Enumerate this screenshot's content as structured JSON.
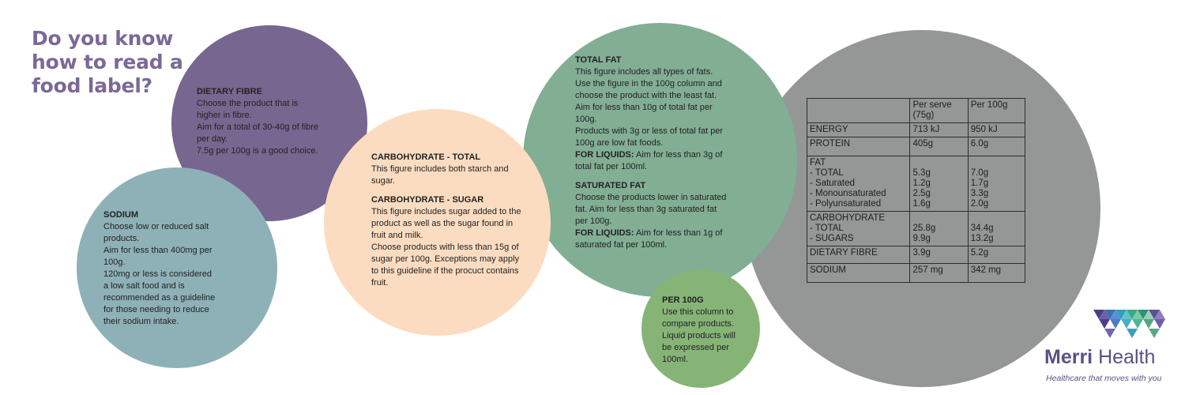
{
  "title": {
    "lines": [
      "Do you know",
      "how to read a",
      "food label?"
    ]
  },
  "fibre": {
    "heading": "DIETARY FIBRE",
    "lines": [
      "Choose the product that is",
      "higher in fibre.",
      "Aim for a total of 30-40g of fibre",
      "per day.",
      "7.5g per 100g is a good choice."
    ]
  },
  "sodium": {
    "heading": "SODIUM",
    "lines": [
      "Choose low or reduced salt",
      "products.",
      "Aim for less than 400mg per",
      "100g.",
      "120mg or less is considered",
      "a low salt food and is",
      "recommended as a guideline",
      "for those needing to reduce",
      "their sodium intake."
    ]
  },
  "carb": {
    "total_heading": "CARBOHYDRATE - TOTAL",
    "total_lines": [
      "This figure includes both starch and",
      "sugar."
    ],
    "sugar_heading": "CARBOHYDRATE - SUGAR",
    "sugar_lines": [
      "This figure includes sugar added to the",
      "product as well as the sugar found in",
      "fruit and milk.",
      "Choose products with less than 15g of",
      "sugar per 100g. Exceptions may apply",
      "to this guideline if the procuct contains",
      "fruit."
    ]
  },
  "fat": {
    "total_heading": "TOTAL FAT",
    "total_lines": [
      "This figure includes all types of fats.",
      "Use the figure in the 100g column and",
      "choose the product with the least fat.",
      "Aim for less than 10g of total fat per",
      "100g.",
      "Products with 3g or less of total fat per",
      "100g are low fat foods."
    ],
    "total_liquids_label": "FOR LIQUIDS:",
    "total_liquids_lines": [
      " Aim for less than 3g of",
      "total fat per 100ml."
    ],
    "sat_heading": "SATURATED FAT",
    "sat_lines": [
      "Choose the products lower in saturated",
      "fat. Aim for less than 3g saturated fat",
      "per 100g."
    ],
    "sat_liquids_label": "FOR LIQUIDS:",
    "sat_liquids_lines": [
      " Aim for less than 1g of",
      "saturated fat per 100ml."
    ]
  },
  "per100": {
    "heading": "PER 100G",
    "lines": [
      "Use this column to",
      "compare products.",
      "Liquid products will",
      "be expressed per",
      "100ml."
    ]
  },
  "table": {
    "header": [
      "",
      "Per serve (75g)",
      "Per 100g"
    ],
    "header_lines": [
      [
        "Per serve",
        "(75g)"
      ],
      [
        "Per 100g"
      ]
    ],
    "rows": [
      {
        "label": [
          "ENERGY"
        ],
        "serve": [
          "713 kJ"
        ],
        "per100": [
          "950 kJ"
        ]
      },
      {
        "label": [
          "PROTEIN"
        ],
        "serve": [
          "405g"
        ],
        "per100": [
          "6.0g"
        ]
      },
      {
        "label": [
          "FAT",
          "- TOTAL",
          "- Saturated",
          "- Monounsaturated",
          "- Polyunsaturated"
        ],
        "serve": [
          "",
          "5.3g",
          "1.2g",
          "2.5g",
          "1.6g"
        ],
        "per100": [
          "",
          "7.0g",
          "1.7g",
          "3.3g",
          "2.0g"
        ]
      },
      {
        "label": [
          "CARBOHYDRATE",
          "- TOTAL",
          "- SUGARS"
        ],
        "serve": [
          "",
          "25.8g",
          "9.9g"
        ],
        "per100": [
          "",
          "34.4g",
          "13.2g"
        ]
      },
      {
        "label": [
          "DIETARY FIBRE"
        ],
        "serve": [
          "3.9g"
        ],
        "per100": [
          "5.2g"
        ]
      },
      {
        "label": [
          "SODIUM"
        ],
        "serve": [
          "257 mg"
        ],
        "per100": [
          "342 mg"
        ]
      }
    ]
  },
  "logo": {
    "name_bold": "Merri",
    "name_rest": " Health",
    "tagline": "Healthcare that moves with you"
  },
  "colors": {
    "title": "#7a6996",
    "gray_circle": "#949796",
    "green_circle": "#82ae94",
    "purple_circle": "#77668f",
    "blue_circle": "#8eb1b7",
    "peach_circle": "#fcdcc0",
    "small_circle": "#86b477",
    "brand": "#5d4f86"
  }
}
